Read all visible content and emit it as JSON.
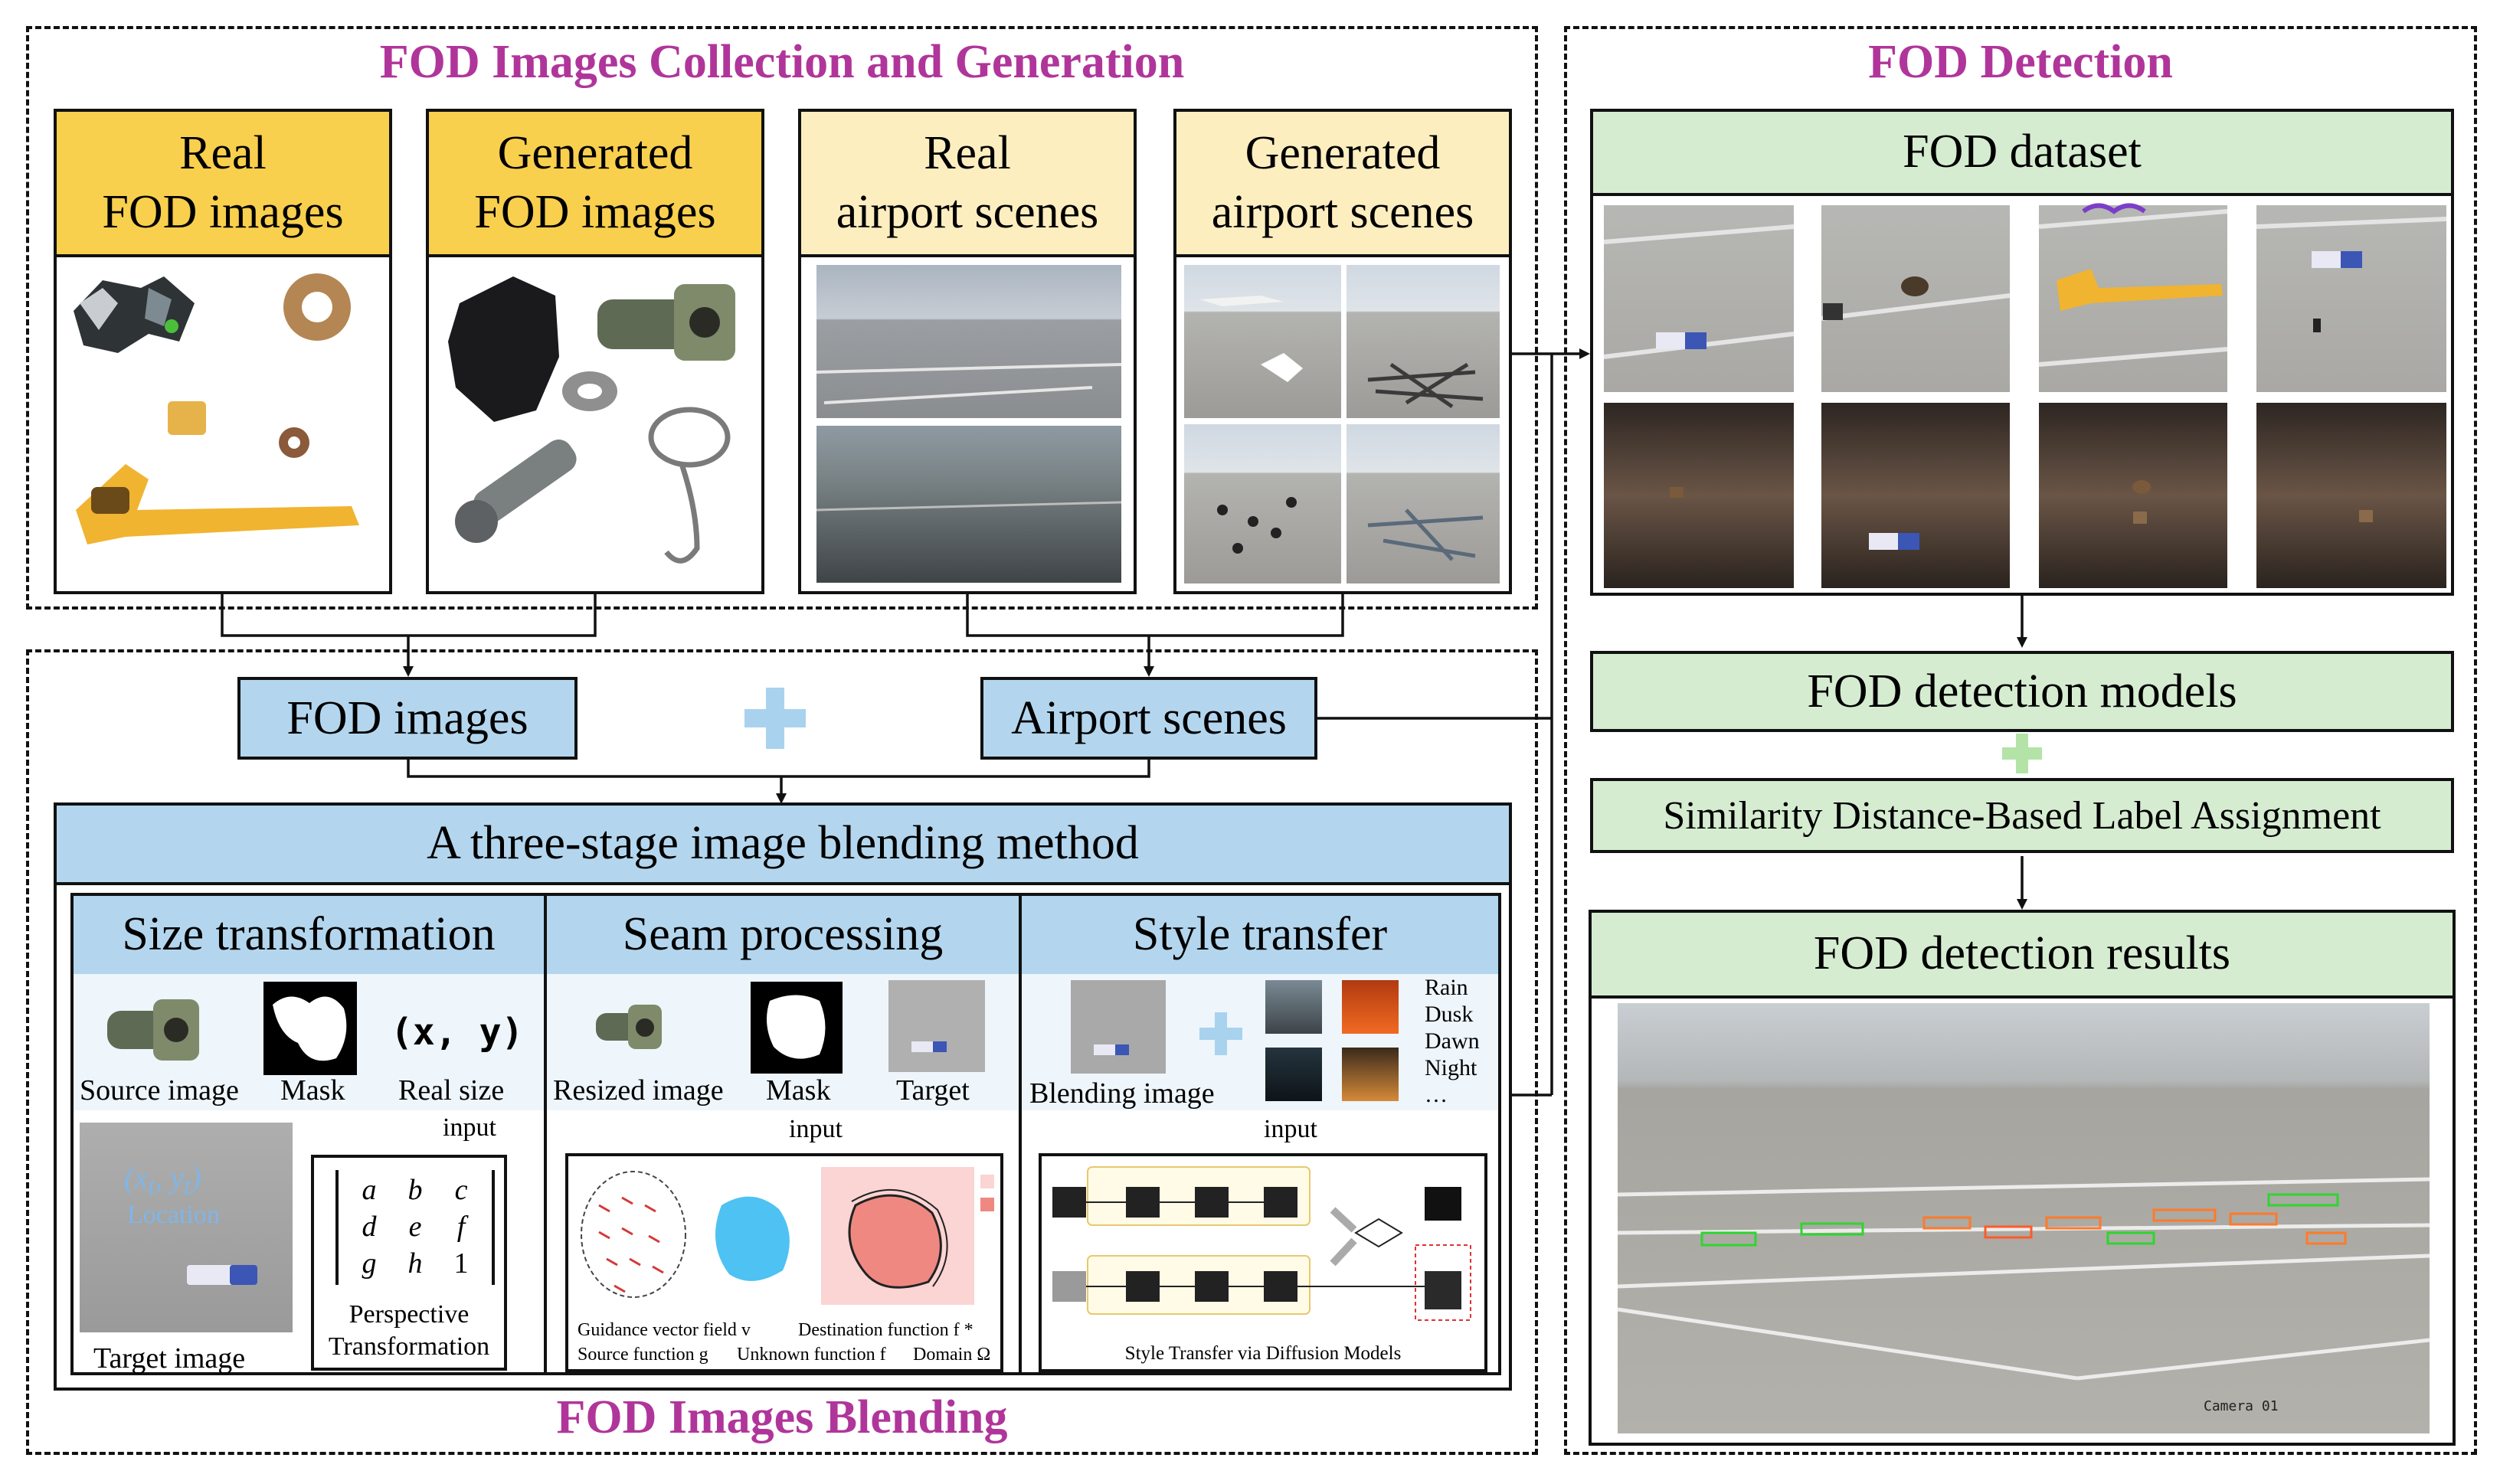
{
  "collection": {
    "title": "FOD Images Collection and Generation",
    "panels": [
      {
        "line1": "Real",
        "line2": "FOD images"
      },
      {
        "line1": "Generated",
        "line2": "FOD images"
      },
      {
        "line1": "Real",
        "line2": "airport scenes"
      },
      {
        "line1": "Generated",
        "line2": "airport scenes"
      }
    ]
  },
  "blending": {
    "title": "FOD Images Blending",
    "fod_images": "FOD images",
    "airport_scenes": "Airport scenes",
    "method": "A three-stage image blending method",
    "stages": {
      "size": {
        "title": "Size transformation",
        "source_image": "Source image",
        "mask": "Mask",
        "real_size": "Real size",
        "xy": "(x,  y)",
        "input": "input",
        "location": "Location",
        "target_image": "Target image",
        "perspective": "Perspective",
        "transformation": "Transformation",
        "matrix": [
          "a",
          "b",
          "c",
          "d",
          "e",
          "f",
          "g",
          "h",
          "1"
        ]
      },
      "seam": {
        "title": "Seam processing",
        "resized_image": "Resized image",
        "mask": "Mask",
        "target": "Target",
        "input": "input",
        "guidance": "Guidance vector field v",
        "source_fn": "Source function g",
        "destination_fn": "Destination function f *",
        "unknown_fn": "Unknown function f",
        "domain": "Domain Ω"
      },
      "style": {
        "title": "Style transfer",
        "blending_image": "Blending image",
        "conditions": [
          "Rain",
          "Dusk",
          "Dawn",
          "Night",
          "…"
        ],
        "input": "input",
        "caption": "Style Transfer via Diffusion Models"
      }
    }
  },
  "detection": {
    "title": "FOD Detection",
    "dataset": "FOD dataset",
    "models": "FOD detection models",
    "label_assignment": "Similarity Distance-Based Label Assignment",
    "results": "FOD detection results",
    "camera": "Camera 01"
  },
  "colors": {
    "title_purple": "#b0359a",
    "yellow": "#f9cf4e",
    "light_yellow": "#fdeec0",
    "green": "#d5ecd1",
    "blue": "#b3d6ee",
    "plus_blue": "#a9d2ef",
    "plus_green": "#b4e3a8"
  }
}
